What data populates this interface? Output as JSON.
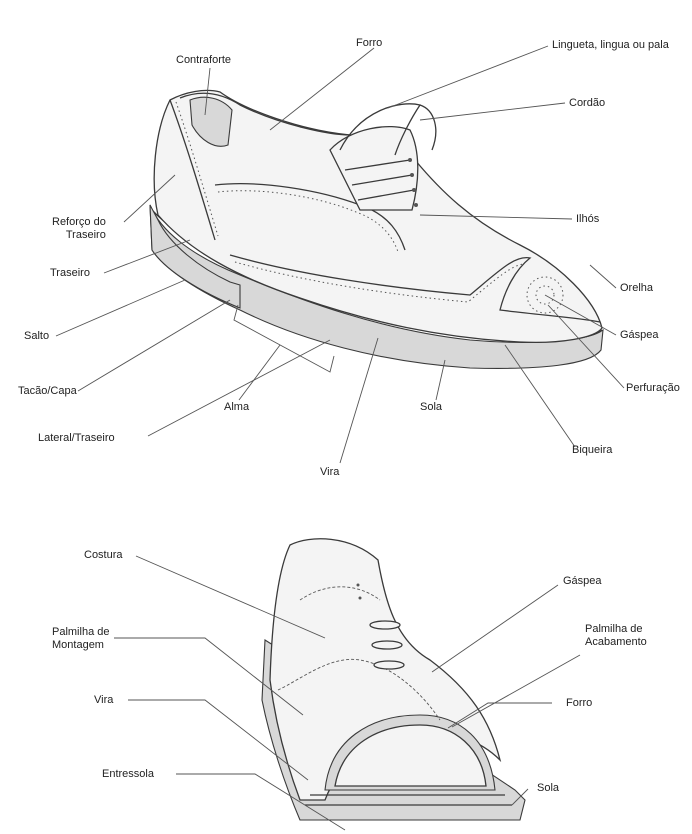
{
  "top_shoe": {
    "labels": {
      "forro": "Forro",
      "contraforte": "Contraforte",
      "lingueta": "Lingueta, lingua ou pala",
      "cordao": "Cordão",
      "reforco": "Reforço do\nTraseiro",
      "ilhos": "Ilhós",
      "traseiro": "Traseiro",
      "orelha": "Orelha",
      "salto": "Salto",
      "gaspea": "Gáspea",
      "tacao": "Tacão/Capa",
      "perfuracao": "Perfuração",
      "alma": "Alma",
      "sola": "Sola",
      "lateral": "Lateral/Traseiro",
      "biqueira": "Biqueira",
      "vira": "Vira"
    }
  },
  "bottom_shoe": {
    "labels": {
      "costura": "Costura",
      "gaspea": "Gáspea",
      "palmilha_montagem": "Palmilha de\nMontagem",
      "palmilha_acabamento": "Palmilha de\nAcabamento",
      "vira": "Vira",
      "forro": "Forro",
      "entressola": "Entressola",
      "sola": "Sola"
    }
  }
}
